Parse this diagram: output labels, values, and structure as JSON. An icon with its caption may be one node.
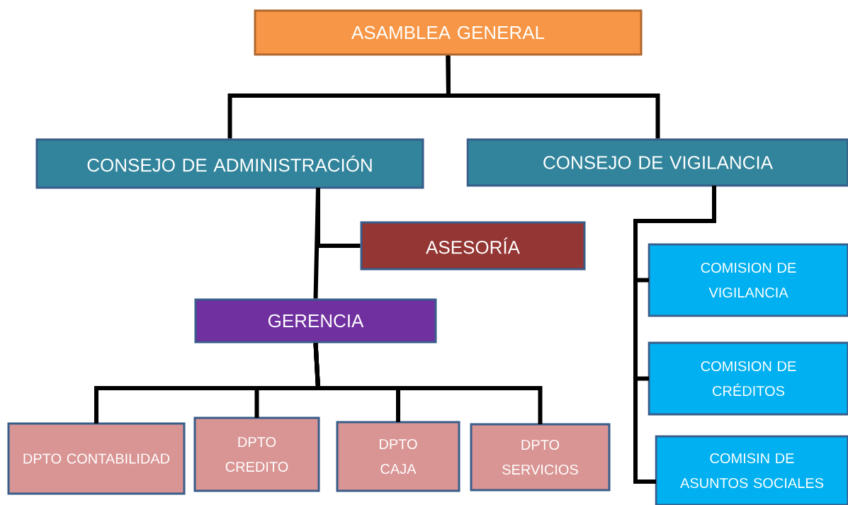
{
  "diagram": {
    "nodes": [
      {
        "text": [
          "ASAMBLEA  GENERAL"
        ]
      },
      {
        "text": [
          "CONSEJO DE ADMINISTRACIÓN"
        ]
      },
      {
        "text": [
          "CONSEJO DE VIGILANCIA"
        ]
      },
      {
        "text": [
          "ASESORÍA"
        ]
      },
      {
        "text": [
          "GERENCIA"
        ]
      },
      {
        "text": [
          "DPTO CONTABILIDAD"
        ]
      },
      {
        "text": [
          "DPTO CREDITO"
        ]
      },
      {
        "text": [
          "DPTO CAJA"
        ]
      },
      {
        "text": [
          "DPTO SERVICIOS"
        ]
      },
      {
        "text": [
          "COMISION DE VIGILANCIA"
        ]
      },
      {
        "text": [
          "COMISION DE CRÉDITOS"
        ]
      },
      {
        "text": [
          "COMISIN DE ASUNTOS SOCIALES"
        ]
      }
    ],
    "edges": [
      {
        "from": 0,
        "to": 1,
        "arrow": "none"
      },
      {
        "from": 0,
        "to": 2,
        "arrow": "none"
      },
      {
        "from": 1,
        "to": 3,
        "arrow": "none"
      },
      {
        "from": 1,
        "to": 4,
        "arrow": "none"
      },
      {
        "from": 4,
        "to": 5,
        "arrow": "none"
      },
      {
        "from": 4,
        "to": 6,
        "arrow": "none"
      },
      {
        "from": 4,
        "to": 7,
        "arrow": "none"
      },
      {
        "from": 4,
        "to": 8,
        "arrow": "none"
      },
      {
        "from": 2,
        "to": 9,
        "arrow": "none"
      },
      {
        "from": 2,
        "to": 10,
        "arrow": "none"
      },
      {
        "from": 2,
        "to": 11,
        "arrow": "none"
      }
    ]
  }
}
